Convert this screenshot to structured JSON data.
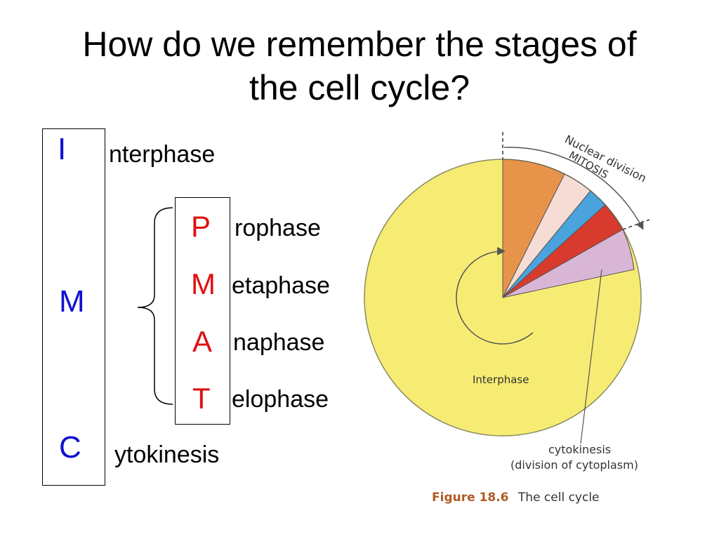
{
  "title_line1": "How do we remember the stages of",
  "title_line2": "the cell cycle?",
  "imc": {
    "letters": [
      "I",
      "M",
      "C"
    ],
    "words": [
      "nterphase",
      "ytokinesis"
    ],
    "color": "#1010d0"
  },
  "pmat": {
    "letters": [
      "P",
      "M",
      "A",
      "T"
    ],
    "words": [
      "rophase",
      "etaphase",
      "naphase",
      "elophase"
    ],
    "color": "#e01010"
  },
  "figure": {
    "arc_label_line1": "Nuclear division",
    "arc_label_line2": "MITOSIS",
    "interphase_label": "Interphase",
    "cytokinesis_line1": "cytokinesis",
    "cytokinesis_line2": "(division of cytoplasm)",
    "caption_bold": "Figure 18.6",
    "caption_text": "The cell cycle",
    "colors": {
      "interphase": "#f7ec73",
      "prophase": "#e8934a",
      "metaphase": "#f5dcd4",
      "anaphase": "#4aa3dd",
      "telophase": "#d83a2e",
      "cytokinesis": "#d9b6d6",
      "caption": "#b05a24"
    }
  }
}
